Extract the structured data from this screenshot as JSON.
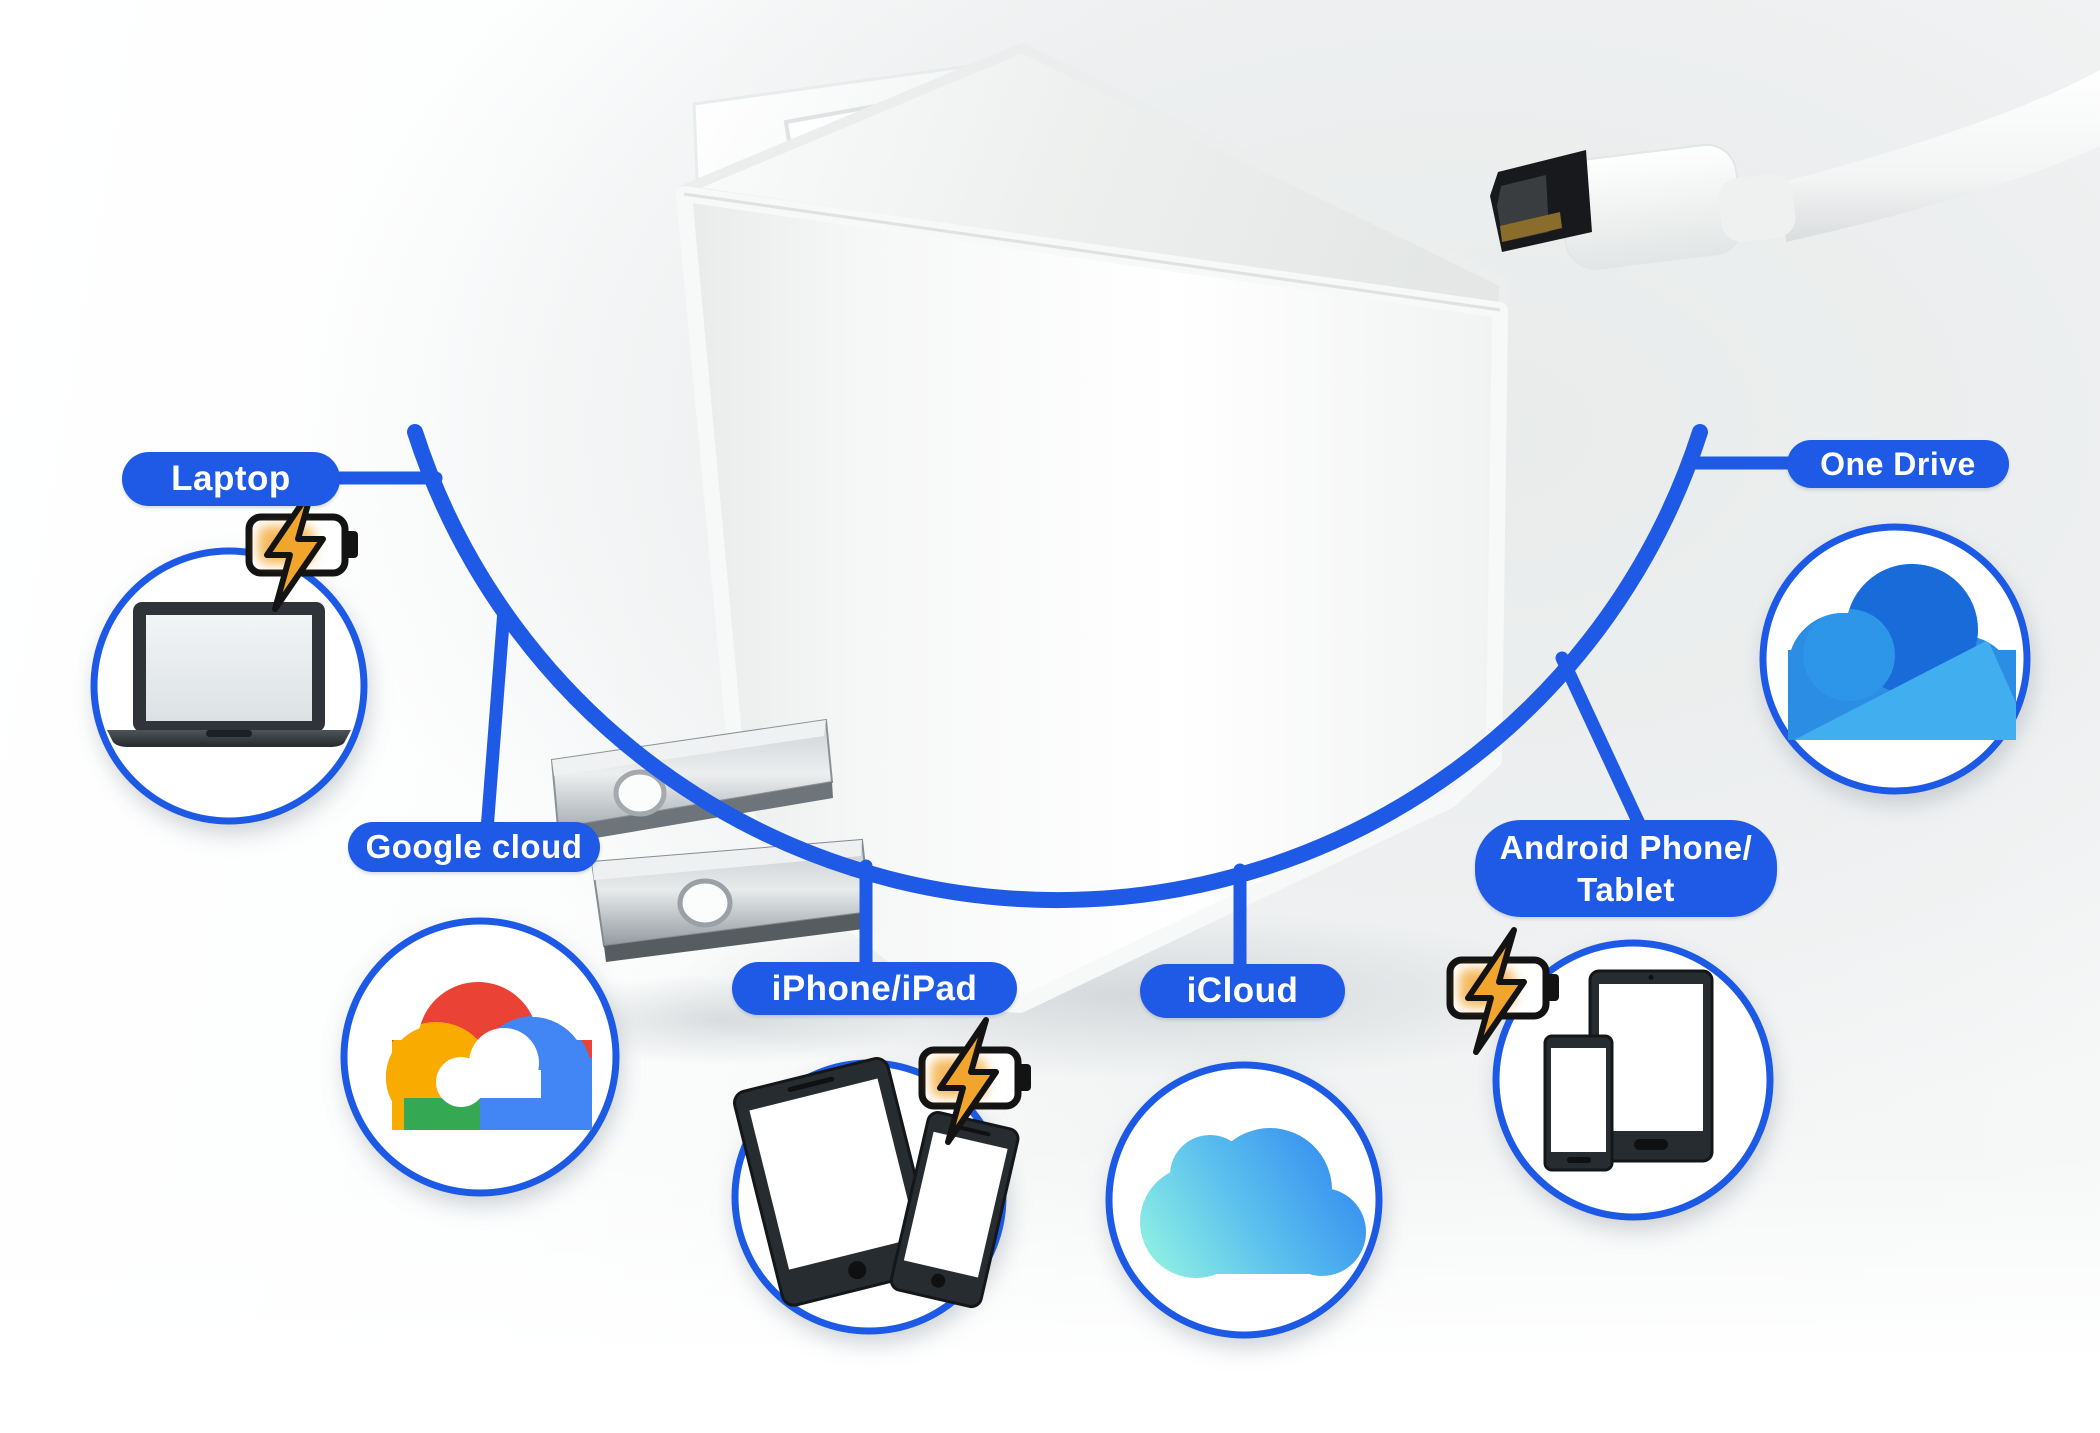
{
  "figure": {
    "type": "product-compatibility-diagram",
    "center_object": "white USB wall charger with folding plug and white USB cable"
  },
  "colors": {
    "accent_blue": "#1E5AE5",
    "bolt_orange": "#F2A52D",
    "battery_outline": "#131313",
    "google_red": "#EA4335",
    "google_yellow": "#F9AB00",
    "google_green": "#34A853",
    "google_blue": "#4285F4",
    "icloud_gradient_start": "#8FF0E3",
    "icloud_gradient_end": "#2E86F0",
    "onedrive_dark": "#186BD8",
    "onedrive_mid": "#2B8DE3",
    "onedrive_light": "#41AEEF"
  },
  "nodes": [
    {
      "id": "laptop",
      "label": "Laptop",
      "icon": "laptop-icon",
      "charging_badge": true
    },
    {
      "id": "google-cloud",
      "label": "Google cloud",
      "icon": "google-cloud-logo",
      "charging_badge": false
    },
    {
      "id": "iphone-ipad",
      "label": "iPhone/iPad",
      "icon": "tablet-and-phone-icon",
      "charging_badge": true
    },
    {
      "id": "icloud",
      "label": "iCloud",
      "icon": "icloud-logo",
      "charging_badge": false
    },
    {
      "id": "android",
      "label_line1": "Android Phone/",
      "label_line2": "Tablet",
      "icon": "android-tablet-and-phone-icon",
      "charging_badge": true
    },
    {
      "id": "one-drive",
      "label": "One Drive",
      "icon": "onedrive-logo",
      "charging_badge": false
    }
  ]
}
